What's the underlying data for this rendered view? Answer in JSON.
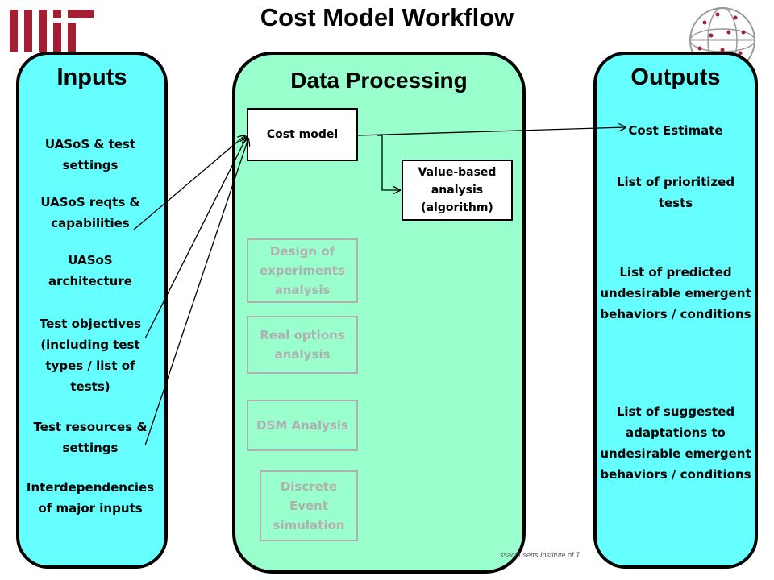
{
  "title": "Cost Model Workflow",
  "colors": {
    "inputs_panel": "#66ffff",
    "processing_panel": "#99ffcc",
    "outputs_panel": "#66ffff",
    "logo_red": "#a31f34"
  },
  "inputs": {
    "heading": "Inputs",
    "items": [
      "UASoS  & test settings",
      "UASoS  reqts & capabilities",
      "UASoS architecture",
      "Test objectives (including test types / list of tests)",
      "Test resources & settings",
      "Interdependencies of major inputs"
    ]
  },
  "processing": {
    "heading": "Data Processing",
    "cost_model": "Cost model",
    "value_based": "Value-based analysis (algorithm)",
    "doe": "Design of experiments analysis",
    "real_options": "Real options analysis",
    "dsm": "DSM Analysis",
    "discrete_event": "Discrete Event simulation"
  },
  "outputs": {
    "heading": "Outputs",
    "items": [
      "Cost Estimate",
      "List of prioritized tests",
      "List of predicted undesirable emergent behaviors / conditions",
      "List of suggested adaptations to undesirable emergent behaviors / conditions"
    ]
  },
  "logo_partial_text": "e",
  "footer": "ssachusetts Institute of T"
}
